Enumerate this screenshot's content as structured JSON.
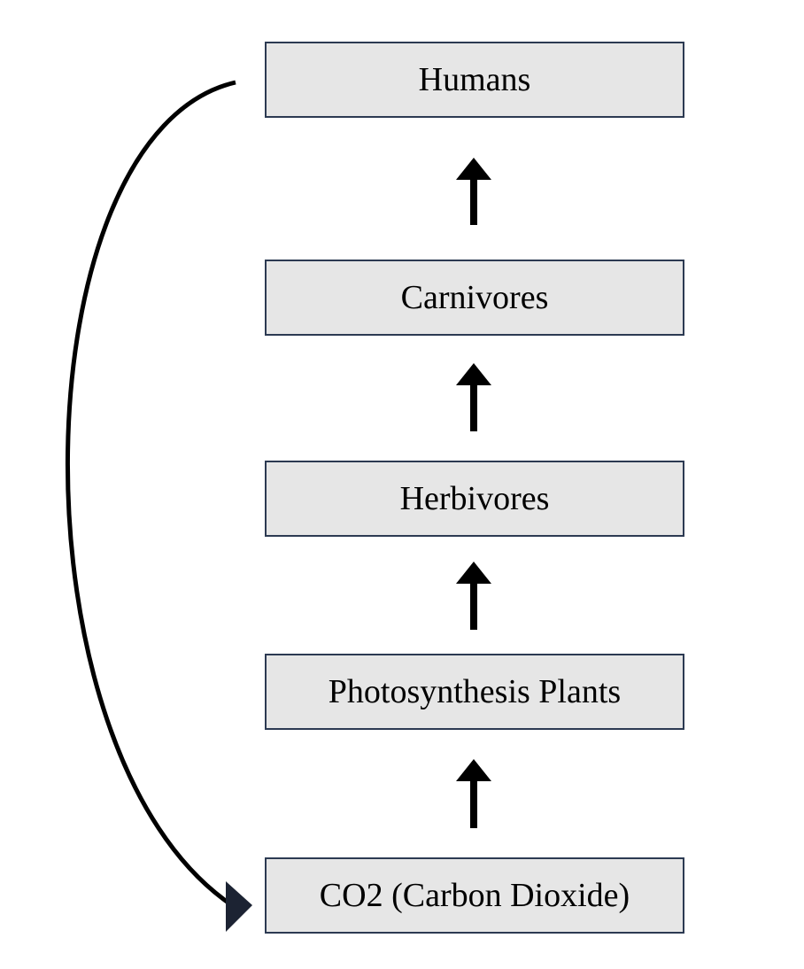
{
  "diagram": {
    "nodes": [
      {
        "id": "humans",
        "label": "Humans"
      },
      {
        "id": "carnivores",
        "label": "Carnivores"
      },
      {
        "id": "herbivores",
        "label": "Herbivores"
      },
      {
        "id": "plants",
        "label": "Photosynthesis Plants"
      },
      {
        "id": "co2",
        "label": "CO2 (Carbon Dioxide)"
      }
    ],
    "edges": [
      {
        "from": "co2",
        "to": "plants"
      },
      {
        "from": "plants",
        "to": "herbivores"
      },
      {
        "from": "herbivores",
        "to": "carnivores"
      },
      {
        "from": "carnivores",
        "to": "humans"
      },
      {
        "from": "humans",
        "to": "co2"
      }
    ],
    "colors": {
      "box_fill": "#e6e6e6",
      "box_border": "#2c3a52",
      "arrow": "#000000",
      "loop_arrowhead": "#1c2333"
    }
  }
}
